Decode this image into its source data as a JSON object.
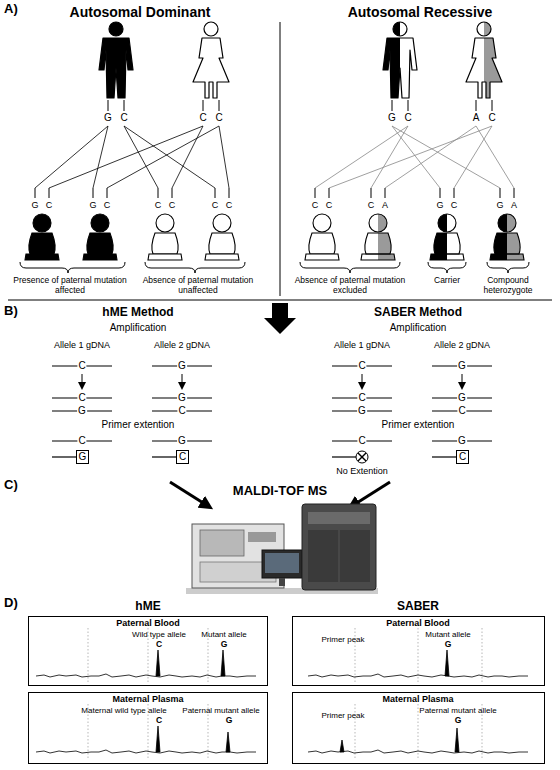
{
  "diagram": {
    "nodes": [
      {
        "text": [
          "G"
        ]
      },
      {
        "text": [
          "C"
        ]
      },
      {
        "text": [
          "C"
        ]
      },
      {
        "text": [
          "Paternal Blood",
          "Wild type allele",
          "C",
          "Mutant allele",
          "G"
        ]
      },
      {
        "text": [
          "Paternal Blood",
          "Primer peak",
          "Mutant allele",
          "G"
        ]
      },
      {
        "text": [
          "Maternal Plasma",
          "Maternal wild type allele",
          "C",
          "Paternal mutant allele",
          "G"
        ]
      },
      {
        "text": [
          "Maternal Plasma",
          "Primer peak",
          "Paternal mutant allele",
          "G"
        ]
      }
    ],
    "labels": [
      "A)",
      "Autosomal Dominant",
      "Autosomal Recessive",
      "G",
      "C",
      "C",
      "C",
      "G",
      "C",
      "A",
      "C",
      "G",
      "C",
      "G",
      "C",
      "C",
      "C",
      "C",
      "C",
      "C",
      "C",
      "C",
      "A",
      "G",
      "C",
      "G",
      "A",
      "Presence of paternal mutation affected",
      "Absence of paternal mutation unaffected",
      "Absence of paternal mutation excluded",
      "Carrier",
      "Compound heterozygote",
      "B)",
      "hME Method",
      "SABER Method",
      "Amplification",
      "Allele 1 gDNA",
      "C",
      "Allele 2 gDNA",
      "G",
      "C",
      "G",
      "G",
      "C",
      "Primer extention",
      "C",
      "G",
      "Amplification",
      "Allele 1 gDNA",
      "C",
      "Allele 2 gDNA",
      "G",
      "C",
      "G",
      "G",
      "C",
      "Primer extention",
      "C",
      "No Extention",
      "G",
      "C)",
      "MALDI-TOF MS",
      "D)",
      "hME",
      "SABER"
    ]
  }
}
